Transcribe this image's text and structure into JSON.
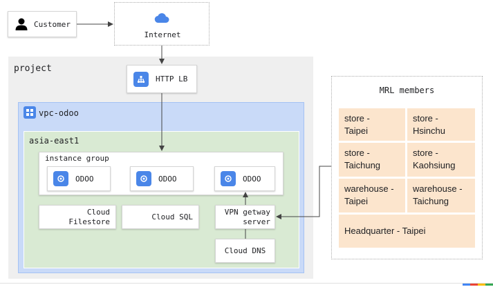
{
  "nodes": {
    "customer": "Customer",
    "internet": "Internet",
    "http_lb": "HTTP LB",
    "cloud_filestore": "Cloud\nFilestore",
    "cloud_sql": "Cloud SQL",
    "vpn_gateway": "VPN getway\nserver",
    "cloud_dns": "Cloud DNS",
    "odoo": [
      "ODOO",
      "ODOO",
      "ODOO"
    ]
  },
  "zones": {
    "project": "project",
    "vpc": "vpc-odoo",
    "region": "asia-east1",
    "instance_group": "instance group"
  },
  "mrl": {
    "title": "MRL members",
    "cells": [
      "store -\nTaipei",
      "store -\nHsinchu",
      "store -\nTaichung",
      "store -\nKaohsiung",
      "warehouse -\nTaipei",
      "warehouse -\nTaichung",
      "Headquarter - Taipei"
    ]
  },
  "colors": {
    "project_bg": "#efefef",
    "vpc_bg": "#c9daf8",
    "region_bg": "#d9ead3",
    "mrl_cell_bg": "#fce5cd",
    "icon_blue": "#4a86e8"
  },
  "icons": {
    "customer": "person-icon",
    "internet": "cloud-icon",
    "http_lb": "load-balancer-icon",
    "vpc": "vpc-network-icon",
    "odoo": "compute-engine-icon"
  }
}
